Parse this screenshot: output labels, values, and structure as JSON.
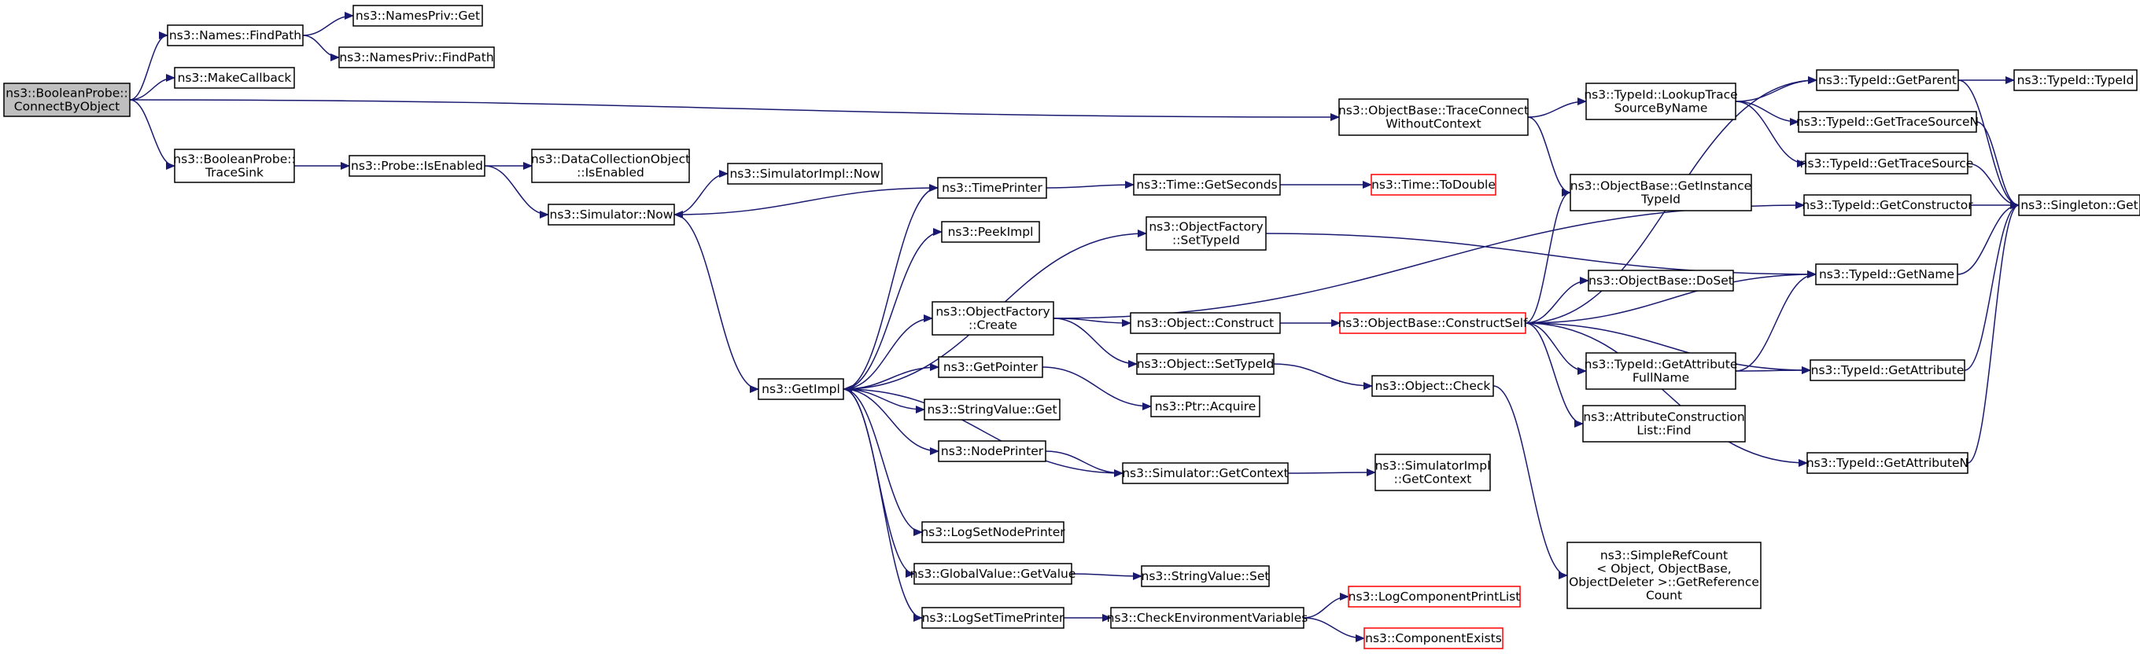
{
  "diagram": {
    "edge_color": "#191970",
    "root_fill": "#bfbfbf",
    "truncated_border_color": "#ff0000",
    "nodes": [
      {
        "id": "root",
        "lines": [
          "ns3::BooleanProbe::",
          "ConnectByObject"
        ],
        "style": "root"
      },
      {
        "id": "names_findpath",
        "lines": [
          "ns3::Names::FindPath"
        ]
      },
      {
        "id": "namespriv_get",
        "lines": [
          "ns3::NamesPriv::Get"
        ]
      },
      {
        "id": "namespriv_findpath",
        "lines": [
          "ns3::NamesPriv::FindPath"
        ]
      },
      {
        "id": "makecallback",
        "lines": [
          "ns3::MakeCallback"
        ]
      },
      {
        "id": "booleanprobe_tracesink",
        "lines": [
          "ns3::BooleanProbe::",
          "TraceSink"
        ]
      },
      {
        "id": "probe_isenabled",
        "lines": [
          "ns3::Probe::IsEnabled"
        ]
      },
      {
        "id": "datacollection_isenabled",
        "lines": [
          "ns3::DataCollectionObject",
          "::IsEnabled"
        ]
      },
      {
        "id": "simimpl_now",
        "lines": [
          "ns3::SimulatorImpl::Now"
        ]
      },
      {
        "id": "simulator_now",
        "lines": [
          "ns3::Simulator::Now"
        ]
      },
      {
        "id": "getimpl",
        "lines": [
          "ns3::GetImpl"
        ]
      },
      {
        "id": "timeprinter",
        "lines": [
          "ns3::TimePrinter"
        ]
      },
      {
        "id": "peekimpl",
        "lines": [
          "ns3::PeekImpl"
        ]
      },
      {
        "id": "objfactory_create",
        "lines": [
          "ns3::ObjectFactory",
          "::Create"
        ]
      },
      {
        "id": "getpointer",
        "lines": [
          "ns3::GetPointer"
        ]
      },
      {
        "id": "stringvalue_get",
        "lines": [
          "ns3::StringValue::Get"
        ]
      },
      {
        "id": "nodeprinter",
        "lines": [
          "ns3::NodePrinter"
        ]
      },
      {
        "id": "logsetnodeprinter",
        "lines": [
          "ns3::LogSetNodePrinter"
        ]
      },
      {
        "id": "globalvalue_getvalue",
        "lines": [
          "ns3::GlobalValue::GetValue"
        ]
      },
      {
        "id": "logsettimeprinter",
        "lines": [
          "ns3::LogSetTimePrinter"
        ]
      },
      {
        "id": "time_getseconds",
        "lines": [
          "ns3::Time::GetSeconds"
        ]
      },
      {
        "id": "time_todouble",
        "lines": [
          "ns3::Time::ToDouble"
        ],
        "style": "truncated"
      },
      {
        "id": "objfactory_settypeid",
        "lines": [
          "ns3::ObjectFactory",
          "::SetTypeId"
        ]
      },
      {
        "id": "object_construct",
        "lines": [
          "ns3::Object::Construct"
        ]
      },
      {
        "id": "object_settypeid",
        "lines": [
          "ns3::Object::SetTypeId"
        ]
      },
      {
        "id": "ptr_acquire",
        "lines": [
          "ns3::Ptr::Acquire"
        ]
      },
      {
        "id": "simulator_getcontext",
        "lines": [
          "ns3::Simulator::GetContext"
        ]
      },
      {
        "id": "stringvalue_set",
        "lines": [
          "ns3::StringValue::Set"
        ]
      },
      {
        "id": "checkenvvars",
        "lines": [
          "ns3::CheckEnvironmentVariables"
        ]
      },
      {
        "id": "logcomponentprintlist",
        "lines": [
          "ns3::LogComponentPrintList"
        ],
        "style": "truncated"
      },
      {
        "id": "componentexists",
        "lines": [
          "ns3::ComponentExists"
        ],
        "style": "truncated"
      },
      {
        "id": "objbase_traceconnect",
        "lines": [
          "ns3::ObjectBase::TraceConnect",
          "WithoutContext"
        ]
      },
      {
        "id": "objbase_constructself",
        "lines": [
          "ns3::ObjectBase::ConstructSelf"
        ],
        "style": "truncated"
      },
      {
        "id": "object_check",
        "lines": [
          "ns3::Object::Check"
        ]
      },
      {
        "id": "simimpl_getcontext",
        "lines": [
          "ns3::SimulatorImpl",
          "::GetContext"
        ]
      },
      {
        "id": "simplerefcount",
        "lines": [
          "ns3::SimpleRefCount",
          "< Object, ObjectBase,",
          "ObjectDeleter >::GetReference",
          "Count"
        ]
      },
      {
        "id": "typeid_lookuptrace",
        "lines": [
          "ns3::TypeId::LookupTrace",
          "SourceByName"
        ]
      },
      {
        "id": "objbase_getinstancetypeid",
        "lines": [
          "ns3::ObjectBase::GetInstance",
          "TypeId"
        ]
      },
      {
        "id": "objbase_doset",
        "lines": [
          "ns3::ObjectBase::DoSet"
        ]
      },
      {
        "id": "typeid_getattrfullname",
        "lines": [
          "ns3::TypeId::GetAttribute",
          "FullName"
        ]
      },
      {
        "id": "attrconstructionlist_find",
        "lines": [
          "ns3::AttributeConstruction",
          "List::Find"
        ]
      },
      {
        "id": "typeid_getparent",
        "lines": [
          "ns3::TypeId::GetParent"
        ]
      },
      {
        "id": "typeid_gettracesourcen",
        "lines": [
          "ns3::TypeId::GetTraceSourceN"
        ]
      },
      {
        "id": "typeid_gettracesource",
        "lines": [
          "ns3::TypeId::GetTraceSource"
        ]
      },
      {
        "id": "typeid_getconstructor",
        "lines": [
          "ns3::TypeId::GetConstructor"
        ]
      },
      {
        "id": "typeid_getname",
        "lines": [
          "ns3::TypeId::GetName"
        ]
      },
      {
        "id": "typeid_getattribute",
        "lines": [
          "ns3::TypeId::GetAttribute"
        ]
      },
      {
        "id": "typeid_getattributen",
        "lines": [
          "ns3::TypeId::GetAttributeN"
        ]
      },
      {
        "id": "typeid_typeid",
        "lines": [
          "ns3::TypeId::TypeId"
        ]
      },
      {
        "id": "singleton_get",
        "lines": [
          "ns3::Singleton::Get"
        ]
      }
    ],
    "edges": [
      [
        "root",
        "names_findpath"
      ],
      [
        "root",
        "makecallback"
      ],
      [
        "root",
        "objbase_traceconnect"
      ],
      [
        "root",
        "booleanprobe_tracesink"
      ],
      [
        "names_findpath",
        "namespriv_get"
      ],
      [
        "names_findpath",
        "namespriv_findpath"
      ],
      [
        "booleanprobe_tracesink",
        "probe_isenabled"
      ],
      [
        "probe_isenabled",
        "datacollection_isenabled"
      ],
      [
        "probe_isenabled",
        "simulator_now"
      ],
      [
        "simulator_now",
        "simimpl_now"
      ],
      [
        "simulator_now",
        "getimpl"
      ],
      [
        "timeprinter",
        "simulator_now"
      ],
      [
        "timeprinter",
        "time_getseconds"
      ],
      [
        "time_getseconds",
        "time_todouble"
      ],
      [
        "getimpl",
        "timeprinter"
      ],
      [
        "getimpl",
        "peekimpl"
      ],
      [
        "getimpl",
        "objfactory_settypeid"
      ],
      [
        "getimpl",
        "objfactory_create"
      ],
      [
        "getimpl",
        "getpointer"
      ],
      [
        "getimpl",
        "stringvalue_get"
      ],
      [
        "getimpl",
        "nodeprinter"
      ],
      [
        "getimpl",
        "logsetnodeprinter"
      ],
      [
        "getimpl",
        "globalvalue_getvalue"
      ],
      [
        "getimpl",
        "logsettimeprinter"
      ],
      [
        "simulator_getcontext",
        "getimpl"
      ],
      [
        "objfactory_settypeid",
        "typeid_getname"
      ],
      [
        "objfactory_create",
        "object_construct"
      ],
      [
        "objfactory_create",
        "object_settypeid"
      ],
      [
        "objfactory_create",
        "typeid_getconstructor"
      ],
      [
        "getpointer",
        "ptr_acquire"
      ],
      [
        "nodeprinter",
        "simulator_getcontext"
      ],
      [
        "simulator_getcontext",
        "simimpl_getcontext"
      ],
      [
        "globalvalue_getvalue",
        "stringvalue_set"
      ],
      [
        "logsettimeprinter",
        "checkenvvars"
      ],
      [
        "checkenvvars",
        "logcomponentprintlist"
      ],
      [
        "checkenvvars",
        "componentexists"
      ],
      [
        "object_construct",
        "objbase_constructself"
      ],
      [
        "object_settypeid",
        "object_check"
      ],
      [
        "object_check",
        "simplerefcount"
      ],
      [
        "objbase_traceconnect",
        "typeid_lookuptrace"
      ],
      [
        "objbase_traceconnect",
        "objbase_getinstancetypeid"
      ],
      [
        "objbase_constructself",
        "typeid_getparent"
      ],
      [
        "objbase_constructself",
        "objbase_getinstancetypeid"
      ],
      [
        "objbase_constructself",
        "objbase_doset"
      ],
      [
        "objbase_constructself",
        "typeid_getname"
      ],
      [
        "objbase_constructself",
        "typeid_getattrfullname"
      ],
      [
        "objbase_constructself",
        "attrconstructionlist_find"
      ],
      [
        "objbase_constructself",
        "typeid_getattribute"
      ],
      [
        "objbase_constructself",
        "typeid_getattributen"
      ],
      [
        "typeid_lookuptrace",
        "typeid_getparent"
      ],
      [
        "typeid_lookuptrace",
        "typeid_gettracesourcen"
      ],
      [
        "typeid_lookuptrace",
        "typeid_gettracesource"
      ],
      [
        "typeid_getattrfullname",
        "typeid_getname"
      ],
      [
        "typeid_getattrfullname",
        "typeid_getattribute"
      ],
      [
        "typeid_getparent",
        "typeid_typeid"
      ],
      [
        "typeid_getparent",
        "singleton_get"
      ],
      [
        "typeid_gettracesourcen",
        "singleton_get"
      ],
      [
        "typeid_gettracesource",
        "singleton_get"
      ],
      [
        "typeid_getconstructor",
        "singleton_get"
      ],
      [
        "typeid_getname",
        "singleton_get"
      ],
      [
        "typeid_getattribute",
        "singleton_get"
      ],
      [
        "typeid_getattributen",
        "singleton_get"
      ]
    ]
  }
}
